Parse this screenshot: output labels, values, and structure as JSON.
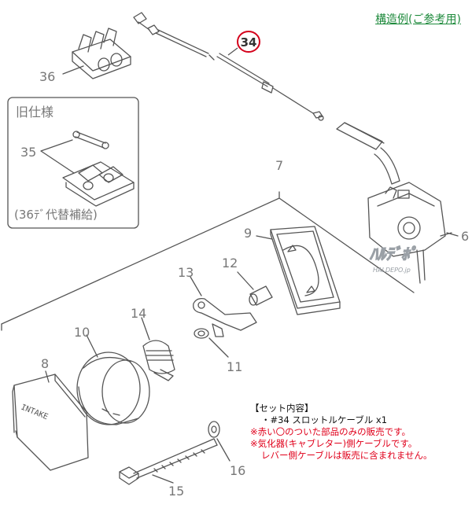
{
  "header": {
    "title": "構造例(ご参考用)"
  },
  "parts": {
    "p34": "34",
    "p36": "36",
    "p35": "35",
    "p7": "7",
    "p6": "6",
    "p9": "9",
    "p12": "12",
    "p13": "13",
    "p14": "14",
    "p10": "10",
    "p11": "11",
    "p8": "8",
    "p15": "15",
    "p16": "16"
  },
  "old_spec": {
    "title": "旧仕様",
    "note": "(36ﾃﾞ代替補給)"
  },
  "intake_label": "INTAKE",
  "watermark": {
    "logo": "ﾊﾙﾃﾞﾎﾟ",
    "domain": "HALDEPO.jp"
  },
  "set_info": {
    "heading": "【セット内容】",
    "item": "・#34 スロットルケーブル x1",
    "notes": [
      "※赤い〇のついた部品のみの販売です。",
      "※気化器(キャブレター)側ケーブルです。",
      "レバー側ケーブルは販売に含まれません。"
    ]
  },
  "colors": {
    "line": "#555555",
    "label": "#777777",
    "highlight": "#d4001a",
    "title": "#1e8a3c",
    "note": "#e0001b"
  }
}
